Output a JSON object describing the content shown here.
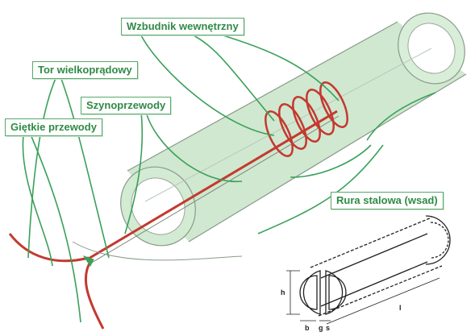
{
  "labels": {
    "inner_inductor": "Wzbudnik wewnętrzny",
    "high_current_path": "Tor wielkoprądowy",
    "busbars": "Szynoprzewody",
    "flexible_leads": "Giętkie przewody",
    "steel_tube": "Rura stalowa (wsad)"
  },
  "dimensions": {
    "h": "h",
    "b": "b",
    "g": "g",
    "s": "s",
    "l": "l"
  },
  "colors": {
    "tube_fill": "#cfe8cf",
    "tube_edge": "#8a9a8a",
    "leader": "#3aa05a",
    "conductor": "#c4392f",
    "label_text": "#2f8a46"
  }
}
